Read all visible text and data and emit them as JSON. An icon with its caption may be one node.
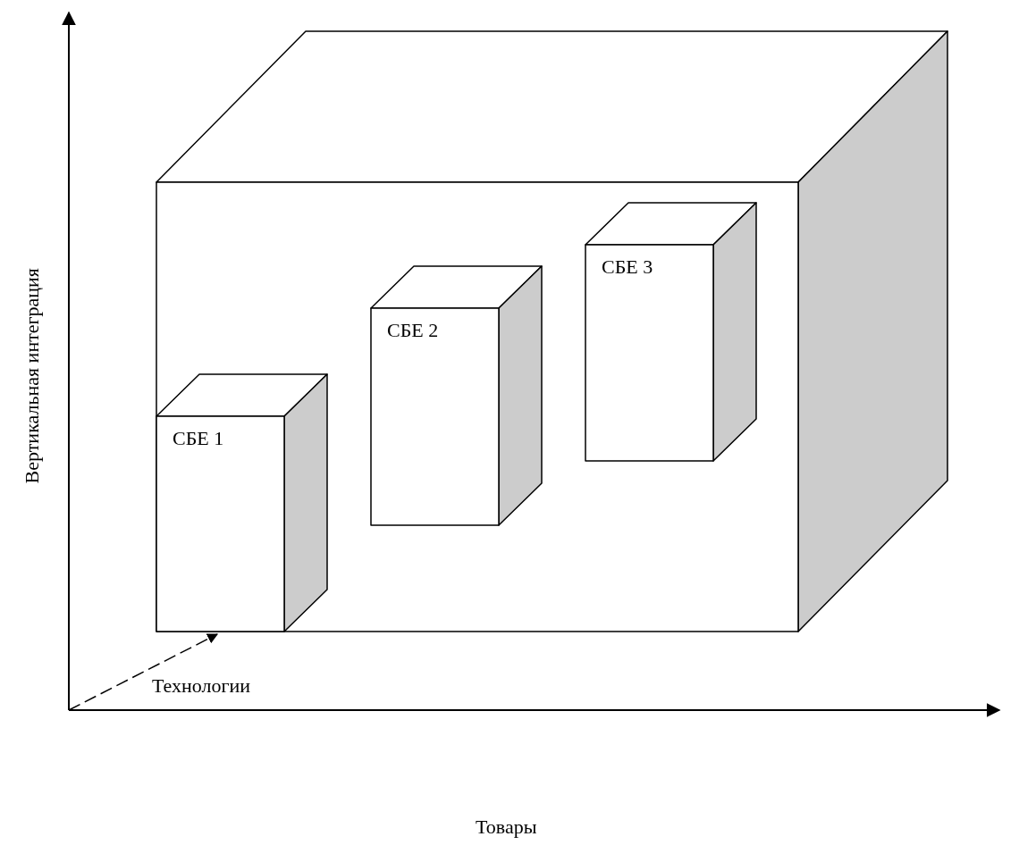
{
  "diagram": {
    "nodes": [
      {
        "text": [],
        "shape": "box"
      },
      {
        "text": [
          "СБЕ 1"
        ],
        "in": 0
      },
      {
        "text": [
          "СБЕ 2"
        ],
        "in": 0
      },
      {
        "text": [
          "СБЕ 3"
        ],
        "in": 0
      }
    ],
    "labels": [
      "Вертикальная интеграция",
      "Технологии",
      "Товары"
    ]
  }
}
